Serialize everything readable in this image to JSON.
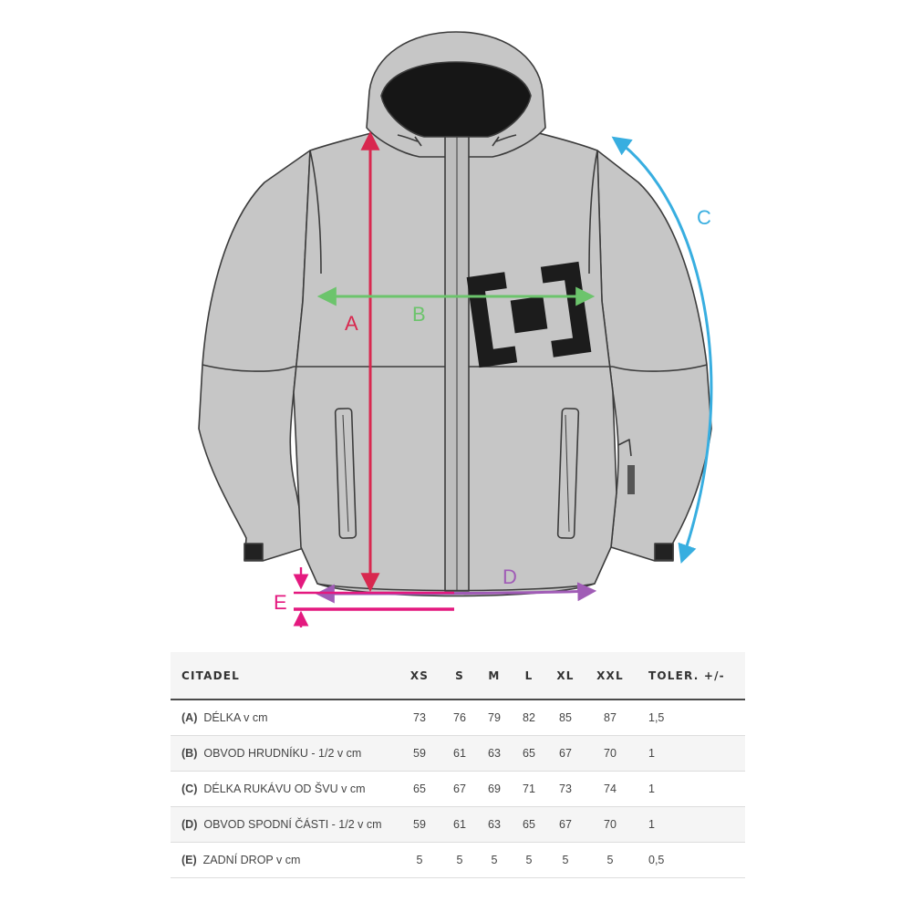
{
  "diagram": {
    "labels": {
      "a": "A",
      "b": "B",
      "c": "C",
      "d": "D",
      "e": "E"
    },
    "colors": {
      "a": "#d8284f",
      "b": "#6cc46c",
      "c": "#38aee0",
      "d": "#a05cb6",
      "e": "#e4197f",
      "jacket": "#c6c6c6",
      "logo": "#1c1c1c"
    }
  },
  "table": {
    "title": "CITADEL",
    "sizes": [
      "XS",
      "S",
      "M",
      "L",
      "XL",
      "XXL"
    ],
    "tolerance_header": "TOLER. +/-",
    "rows": [
      {
        "code": "(A)",
        "label": "DÉLKA v cm",
        "values": [
          "73",
          "76",
          "79",
          "82",
          "85",
          "87"
        ],
        "tolerance": "1,5"
      },
      {
        "code": "(B)",
        "label": "OBVOD HRUDNÍKU - 1/2 v cm",
        "values": [
          "59",
          "61",
          "63",
          "65",
          "67",
          "70"
        ],
        "tolerance": "1"
      },
      {
        "code": "(C)",
        "label": "DÉLKA RUKÁVU OD ŠVU v cm",
        "values": [
          "65",
          "67",
          "69",
          "71",
          "73",
          "74"
        ],
        "tolerance": "1"
      },
      {
        "code": "(D)",
        "label": "OBVOD SPODNÍ ČÁSTI - 1/2 v cm",
        "values": [
          "59",
          "61",
          "63",
          "65",
          "67",
          "70"
        ],
        "tolerance": "1"
      },
      {
        "code": "(E)",
        "label": "ZADNÍ DROP v cm",
        "values": [
          "5",
          "5",
          "5",
          "5",
          "5",
          "5"
        ],
        "tolerance": "0,5"
      }
    ]
  }
}
